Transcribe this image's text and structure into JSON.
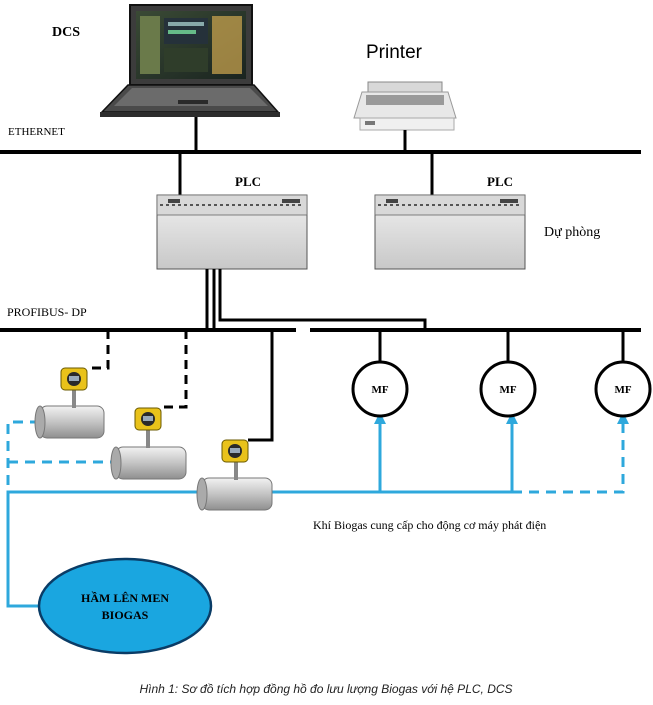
{
  "labels": {
    "dcs": "DCS",
    "printer": "Printer",
    "ethernet": "ETHERNET",
    "plc_main": "PLC",
    "plc_backup": "PLC",
    "backup": "Dự phòng",
    "profibus": "PROFIBUS- DP",
    "mf": "MF",
    "biogas_supply": "Khí Biogas cung cấp cho động cơ máy phát điện",
    "tank_line1": "HẦM LÊN MEN",
    "tank_line2": "BIOGAS",
    "caption": "Hình 1: Sơ đồ tích hợp đồng hồ đo lưu lượng Biogas với hệ PLC, DCS"
  },
  "colors": {
    "bus": "#000000",
    "gas_line": "#2ea8dc",
    "tank_fill": "#1aa6e0",
    "plc_body": "#dcdcdc",
    "pipe": "#bdbdbd",
    "transmitter": "#e9c21a"
  },
  "icons": [
    "laptop-icon",
    "printer-icon",
    "plc-icon",
    "flowmeter-icon",
    "motor-generator-icon"
  ]
}
